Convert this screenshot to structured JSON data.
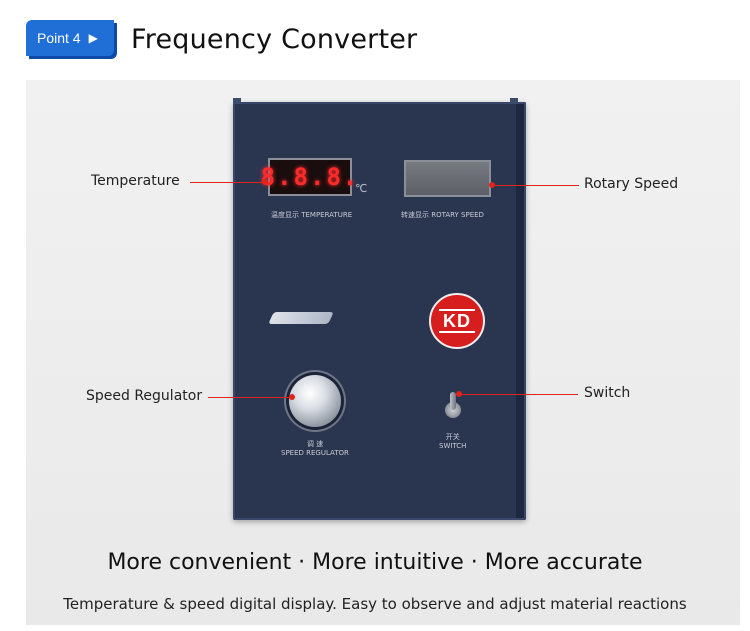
{
  "header": {
    "badge_label": "Point 4",
    "badge_arrow": "▶",
    "title": "Frequency Converter"
  },
  "device": {
    "temp_digits": "8.8.8.",
    "temp_unit": "℃",
    "temp_label": "温度显示 TEMPERATURE",
    "speed_label": "转速显示 ROTARY SPEED",
    "logo_text": "KD",
    "knob_label_cn": "调 速",
    "knob_label_en": "SPEED REGULATOR",
    "switch_label_cn": "开关",
    "switch_label_en": "SWITCH"
  },
  "callouts": {
    "temperature": "Temperature",
    "rotary_speed": "Rotary Speed",
    "speed_regulator": "Speed Regulator",
    "switch": "Switch"
  },
  "footer": {
    "slogan": "More convenient · More intuitive · More accurate",
    "description": "Temperature & speed digital display. Easy to observe and adjust material reactions"
  },
  "colors": {
    "accent": "#1f6fd6",
    "callout_line": "#e2231a",
    "device_body": "#2a3550",
    "logo_red": "#d71e1e"
  }
}
